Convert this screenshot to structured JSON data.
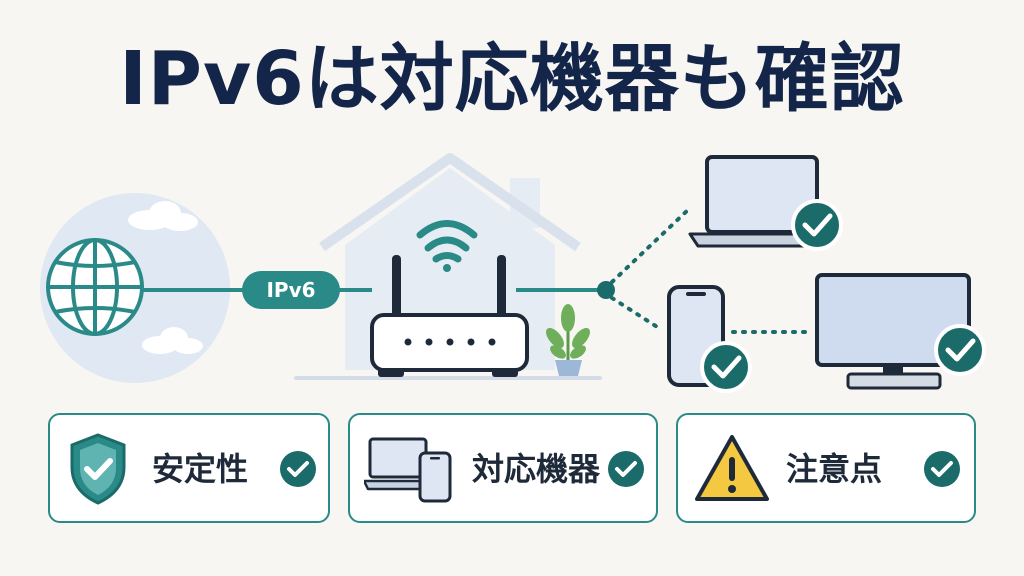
{
  "title": "IPv6は対応機器も確認",
  "diagram": {
    "connection_label": "IPv6"
  },
  "cards": [
    {
      "label": "安定性",
      "icon": "shield-check-icon"
    },
    {
      "label": "対応機器",
      "icon": "devices-icon"
    },
    {
      "label": "注意点",
      "icon": "warning-icon"
    }
  ],
  "colors": {
    "title": "#14254a",
    "accent_teal": "#2a8a88",
    "dark_teal": "#1b6b6a",
    "warning_yellow": "#f5c842"
  }
}
